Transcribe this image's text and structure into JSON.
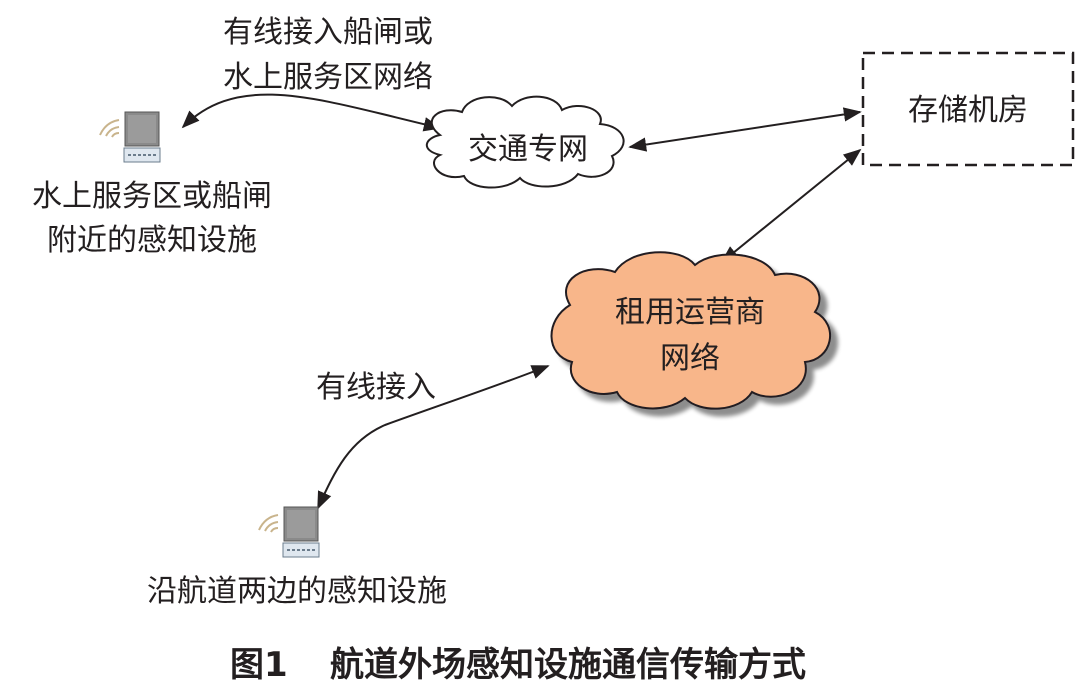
{
  "diagram": {
    "label_top_link": [
      "有线接入船闸或",
      "水上服务区网络"
    ],
    "label_top_sensor": [
      "水上服务区或船闸",
      "附近的感知设施"
    ],
    "cloud_transport": "交通专网",
    "storage_room": "存储机房",
    "cloud_operator": [
      "租用运营商",
      "网络"
    ],
    "label_bottom_link": "有线接入",
    "label_bottom_sensor": "沿航道两边的感知设施"
  },
  "caption": {
    "figure_no": "图1",
    "title": "航道外场感知设施通信传输方式"
  },
  "colors": {
    "text": "#231f20",
    "cloud_operator_fill": "#f8b68a",
    "cloud_transport_fill": "#ffffff",
    "line": "#231f20"
  }
}
